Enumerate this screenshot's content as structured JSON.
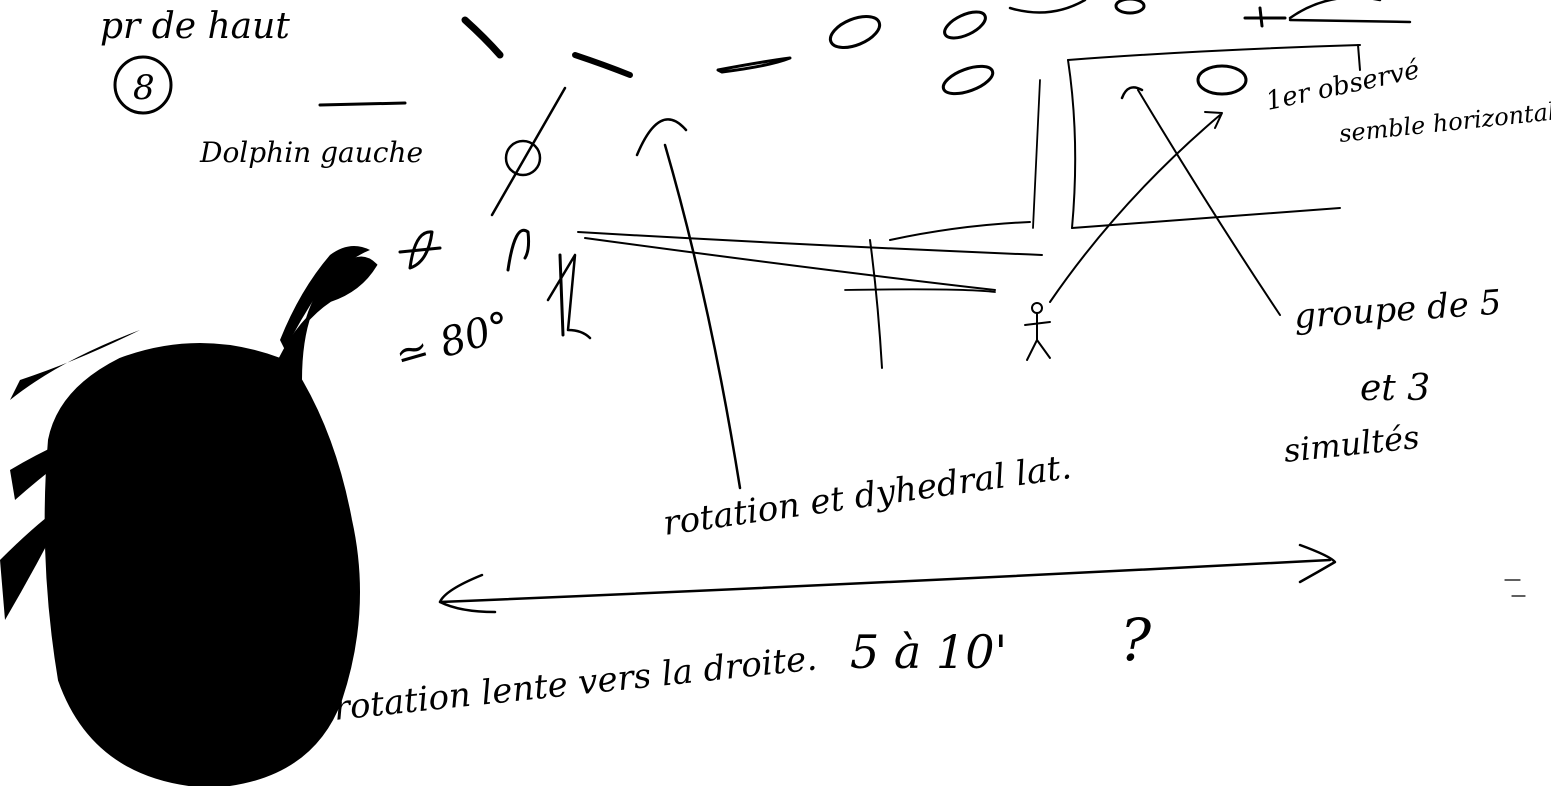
{
  "page": {
    "kind": "handwritten field sketch (scanned note)"
  },
  "annotations": {
    "top_left": "pr de haut",
    "number_circled": "8",
    "dolphin_label": "Dolphin gauche",
    "angle": "≃ 80°",
    "observed": "1er observé",
    "observed_line2": "semble horizontal",
    "group_line1": "groupe de 5",
    "group_line2": "et 3",
    "group_line3": "simultés",
    "rotation_top": "rotation et dyhedral lat.",
    "rotation_bottom": "rotation lente vers la droite.",
    "duration": "5 à 10'",
    "question": "?"
  },
  "colors": {
    "ink": "#000000",
    "paper": "#ffffff"
  }
}
